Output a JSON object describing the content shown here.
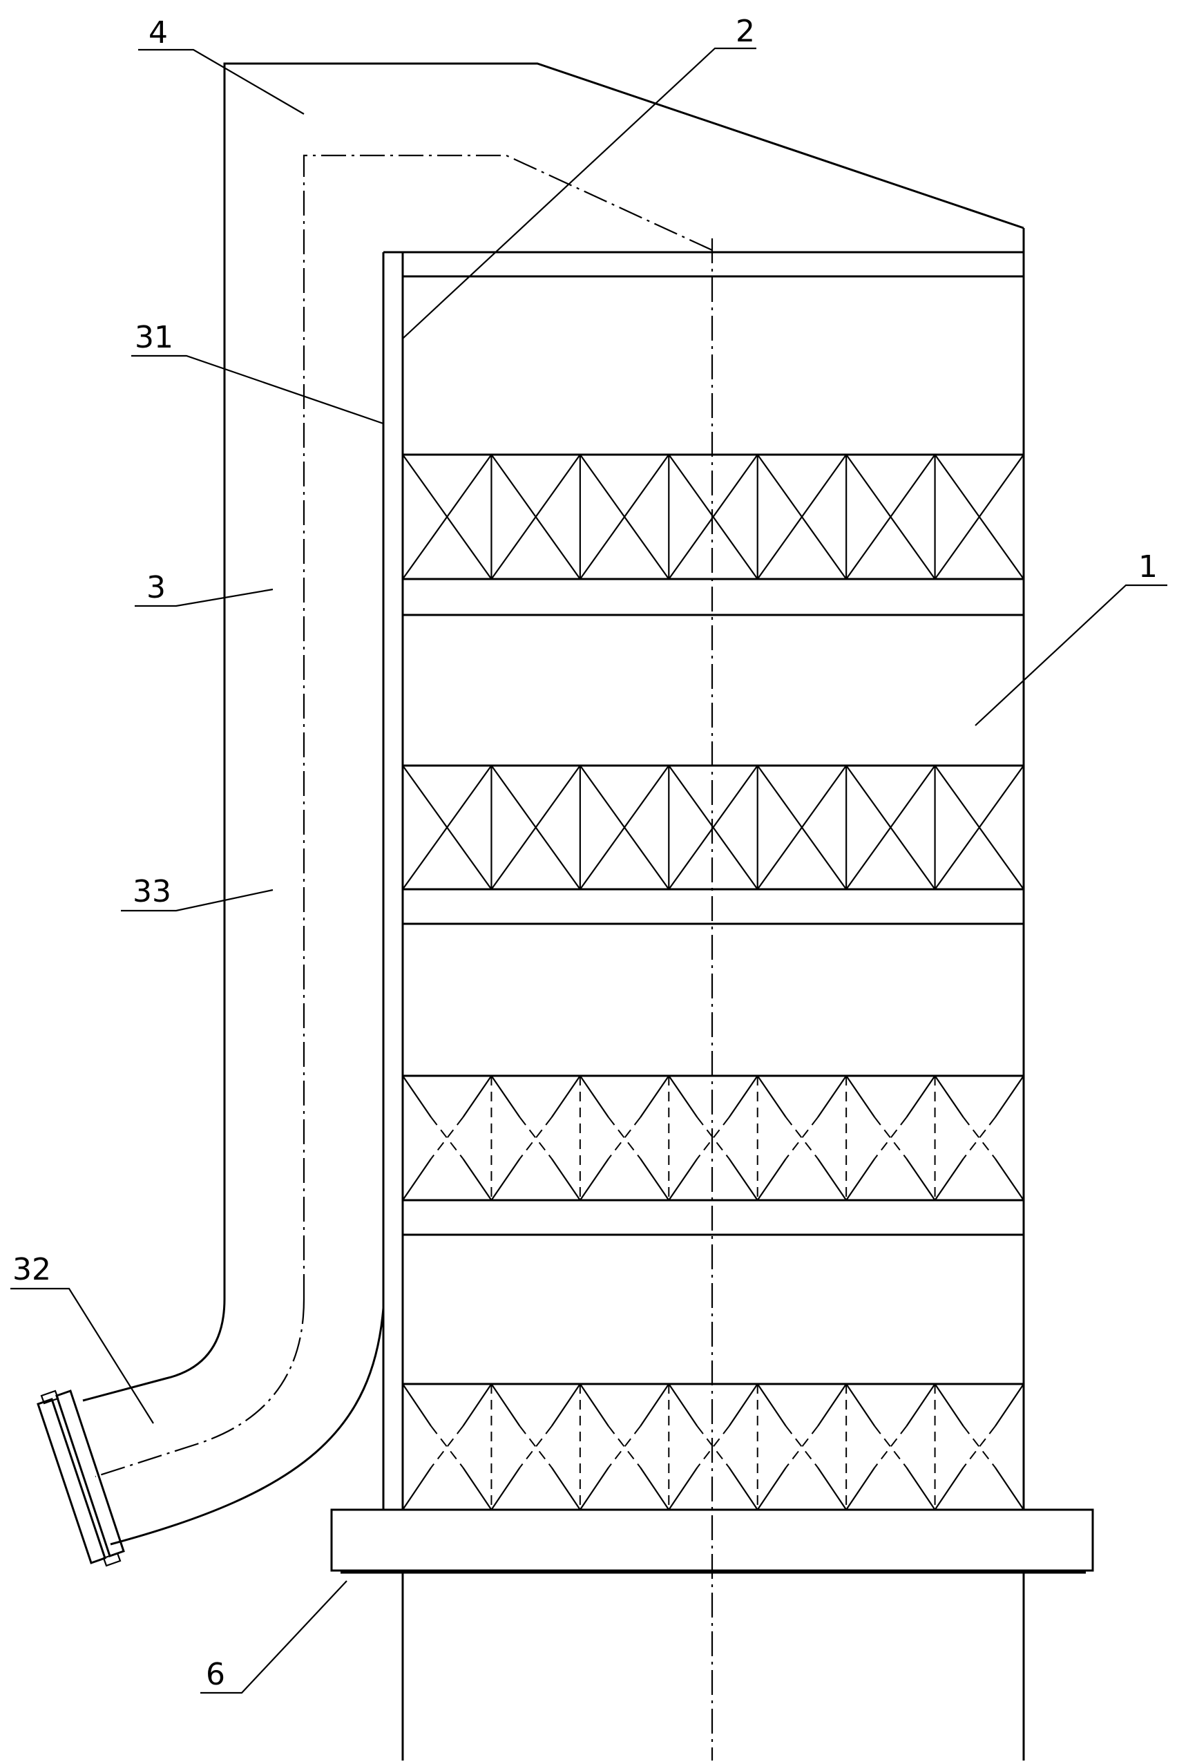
{
  "labels": {
    "l1": "1",
    "l2": "2",
    "l3": "3",
    "l4": "4",
    "l6": "6",
    "l31": "31",
    "l32": "32",
    "l33": "33"
  },
  "packing": {
    "cells_per_layer": 7,
    "solid_layers": 2,
    "dashed_layers": 2
  }
}
